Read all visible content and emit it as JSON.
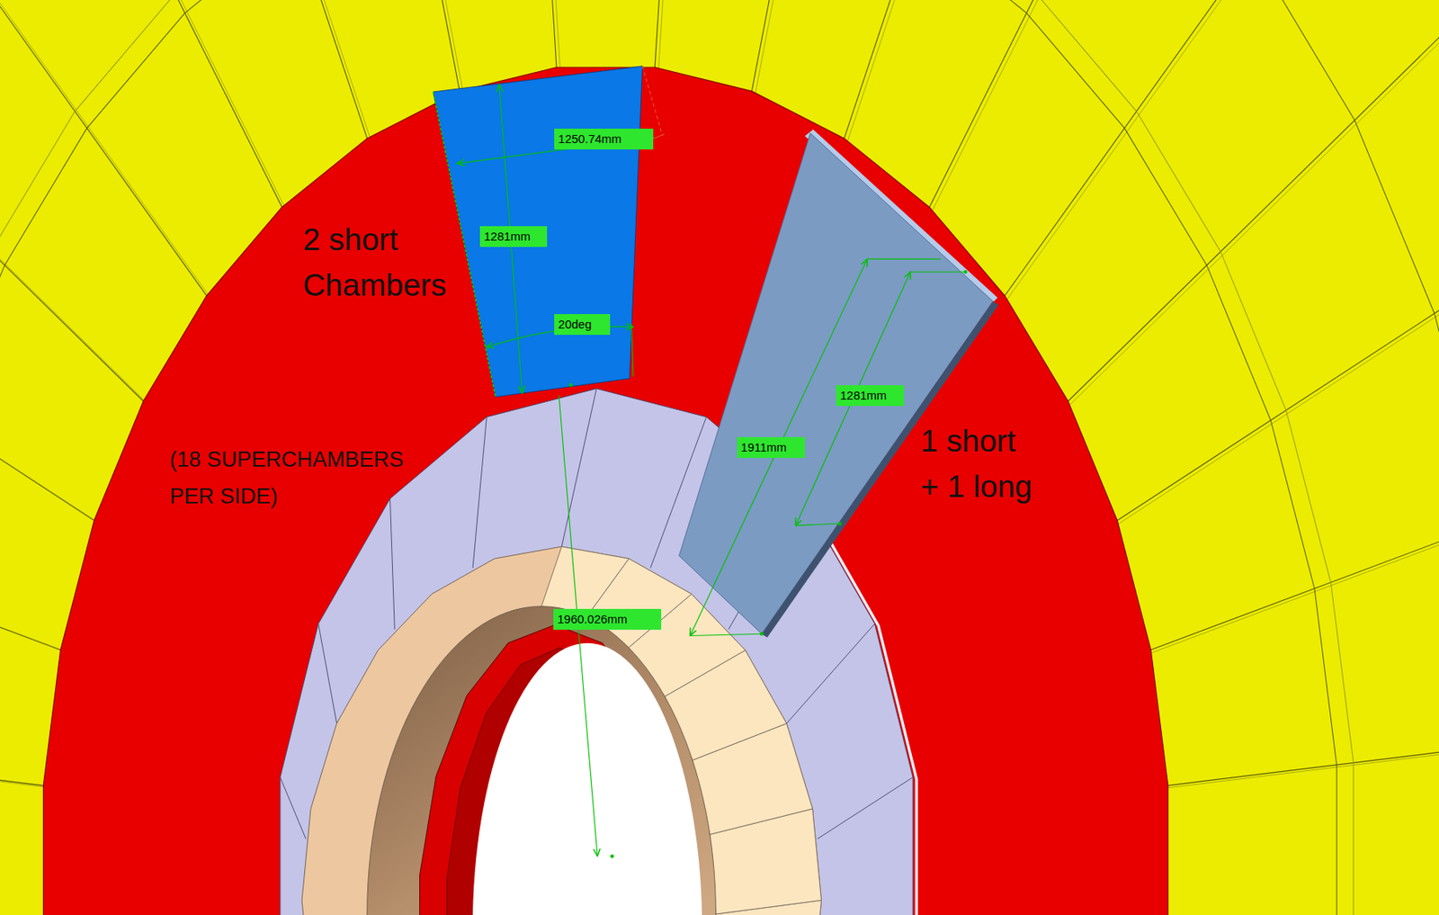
{
  "diagram": {
    "labels": [
      "1250.74mm",
      "2 short Chambers",
      "1281mm",
      "20deg",
      "1281mm",
      "1 short + 1 long",
      "1911mm",
      "(18 SUPERCHAMBERS PER SIDE)",
      "1960.026mm"
    ]
  }
}
